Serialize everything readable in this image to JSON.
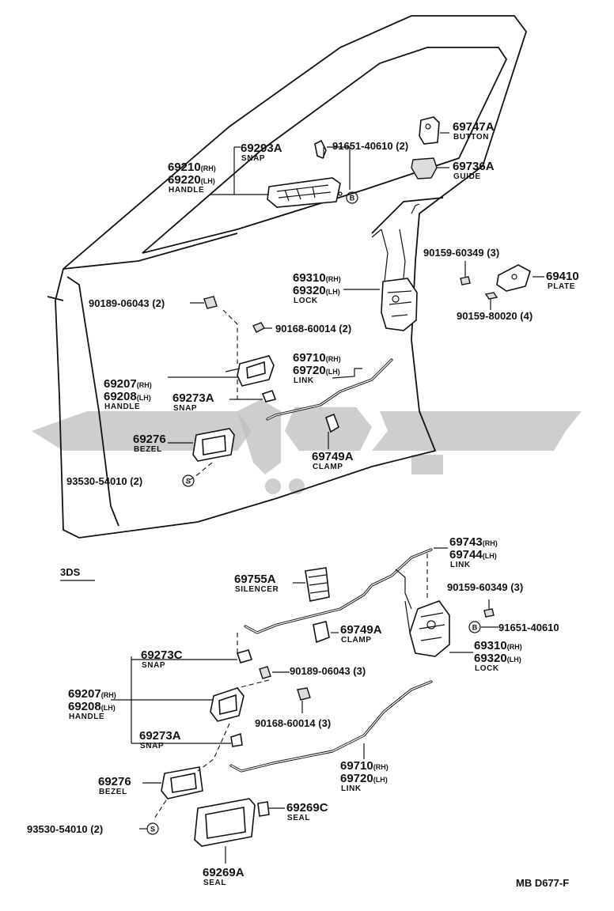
{
  "variant_label": "3DS",
  "drawing_code": "MB D677-F",
  "labels": {
    "l_69747A": {
      "pn": "69747A",
      "name": "BUTTON"
    },
    "l_69736A": {
      "pn": "69736A",
      "name": "GUIDE"
    },
    "l_91651_top": {
      "pn": "91651-40610",
      "qty": "(2)"
    },
    "l_69293A": {
      "pn": "69293A",
      "name": "SNAP"
    },
    "l_69210": {
      "pn1": "69210",
      "s1": "(RH)",
      "pn2": "69220",
      "s2": "(LH)",
      "name": "HANDLE"
    },
    "l_90159_top": {
      "pn": "90159-60349",
      "qty": "(3)"
    },
    "l_69410": {
      "pn": "69410",
      "name": "PLATE"
    },
    "l_90159_80020": {
      "pn": "90159-80020",
      "qty": "(4)"
    },
    "l_69310_top": {
      "pn1": "69310",
      "s1": "(RH)",
      "pn2": "69320",
      "s2": "(LH)",
      "name": "LOCK"
    },
    "l_90189_top": {
      "pn": "90189-06043",
      "qty": "(2)"
    },
    "l_90168_top": {
      "pn": "90168-60014",
      "qty": "(2)"
    },
    "l_69710_top": {
      "pn1": "69710",
      "s1": "(RH)",
      "pn2": "69720",
      "s2": "(LH)",
      "name": "LINK"
    },
    "l_69207_top": {
      "pn1": "69207",
      "s1": "(RH)",
      "pn2": "69208",
      "s2": "(LH)",
      "name": "HANDLE"
    },
    "l_69273A_top": {
      "pn": "69273A",
      "name": "SNAP"
    },
    "l_69276_top": {
      "pn": "69276",
      "name": "BEZEL"
    },
    "l_69749A_top": {
      "pn": "69749A",
      "name": "CLAMP"
    },
    "l_93530_top": {
      "pn": "93530-54010",
      "qty": "(2)"
    },
    "l_69743": {
      "pn1": "69743",
      "s1": "(RH)",
      "pn2": "69744",
      "s2": "(LH)",
      "name": "LINK"
    },
    "l_69755A": {
      "pn": "69755A",
      "name": "SILENCER"
    },
    "l_90159_bot": {
      "pn": "90159-60349",
      "qty": "(3)"
    },
    "l_91651_bot": {
      "pn": "91651-40610"
    },
    "l_69749A_bot": {
      "pn": "69749A",
      "name": "CLAMP"
    },
    "l_69310_bot": {
      "pn1": "69310",
      "s1": "(RH)",
      "pn2": "69320",
      "s2": "(LH)",
      "name": "LOCK"
    },
    "l_69273C": {
      "pn": "69273C",
      "name": "SNAP"
    },
    "l_90189_bot": {
      "pn": "90189-06043",
      "qty": "(3)"
    },
    "l_69207_bot": {
      "pn1": "69207",
      "s1": "(RH)",
      "pn2": "69208",
      "s2": "(LH)",
      "name": "HANDLE"
    },
    "l_90168_bot": {
      "pn": "90168-60014",
      "qty": "(3)"
    },
    "l_69273A_bot": {
      "pn": "69273A",
      "name": "SNAP"
    },
    "l_69710_bot": {
      "pn1": "69710",
      "s1": "(RH)",
      "pn2": "69720",
      "s2": "(LH)",
      "name": "LINK"
    },
    "l_69276_bot": {
      "pn": "69276",
      "name": "BEZEL"
    },
    "l_69269C": {
      "pn": "69269C",
      "name": "SEAL"
    },
    "l_93530_bot": {
      "pn": "93530-54010",
      "qty": "(2)"
    },
    "l_69269A": {
      "pn": "69269A",
      "name": "SEAL"
    }
  },
  "markers": {
    "b_top": "B",
    "b_bot": "B",
    "s_top": "S",
    "s_bot": "S"
  }
}
